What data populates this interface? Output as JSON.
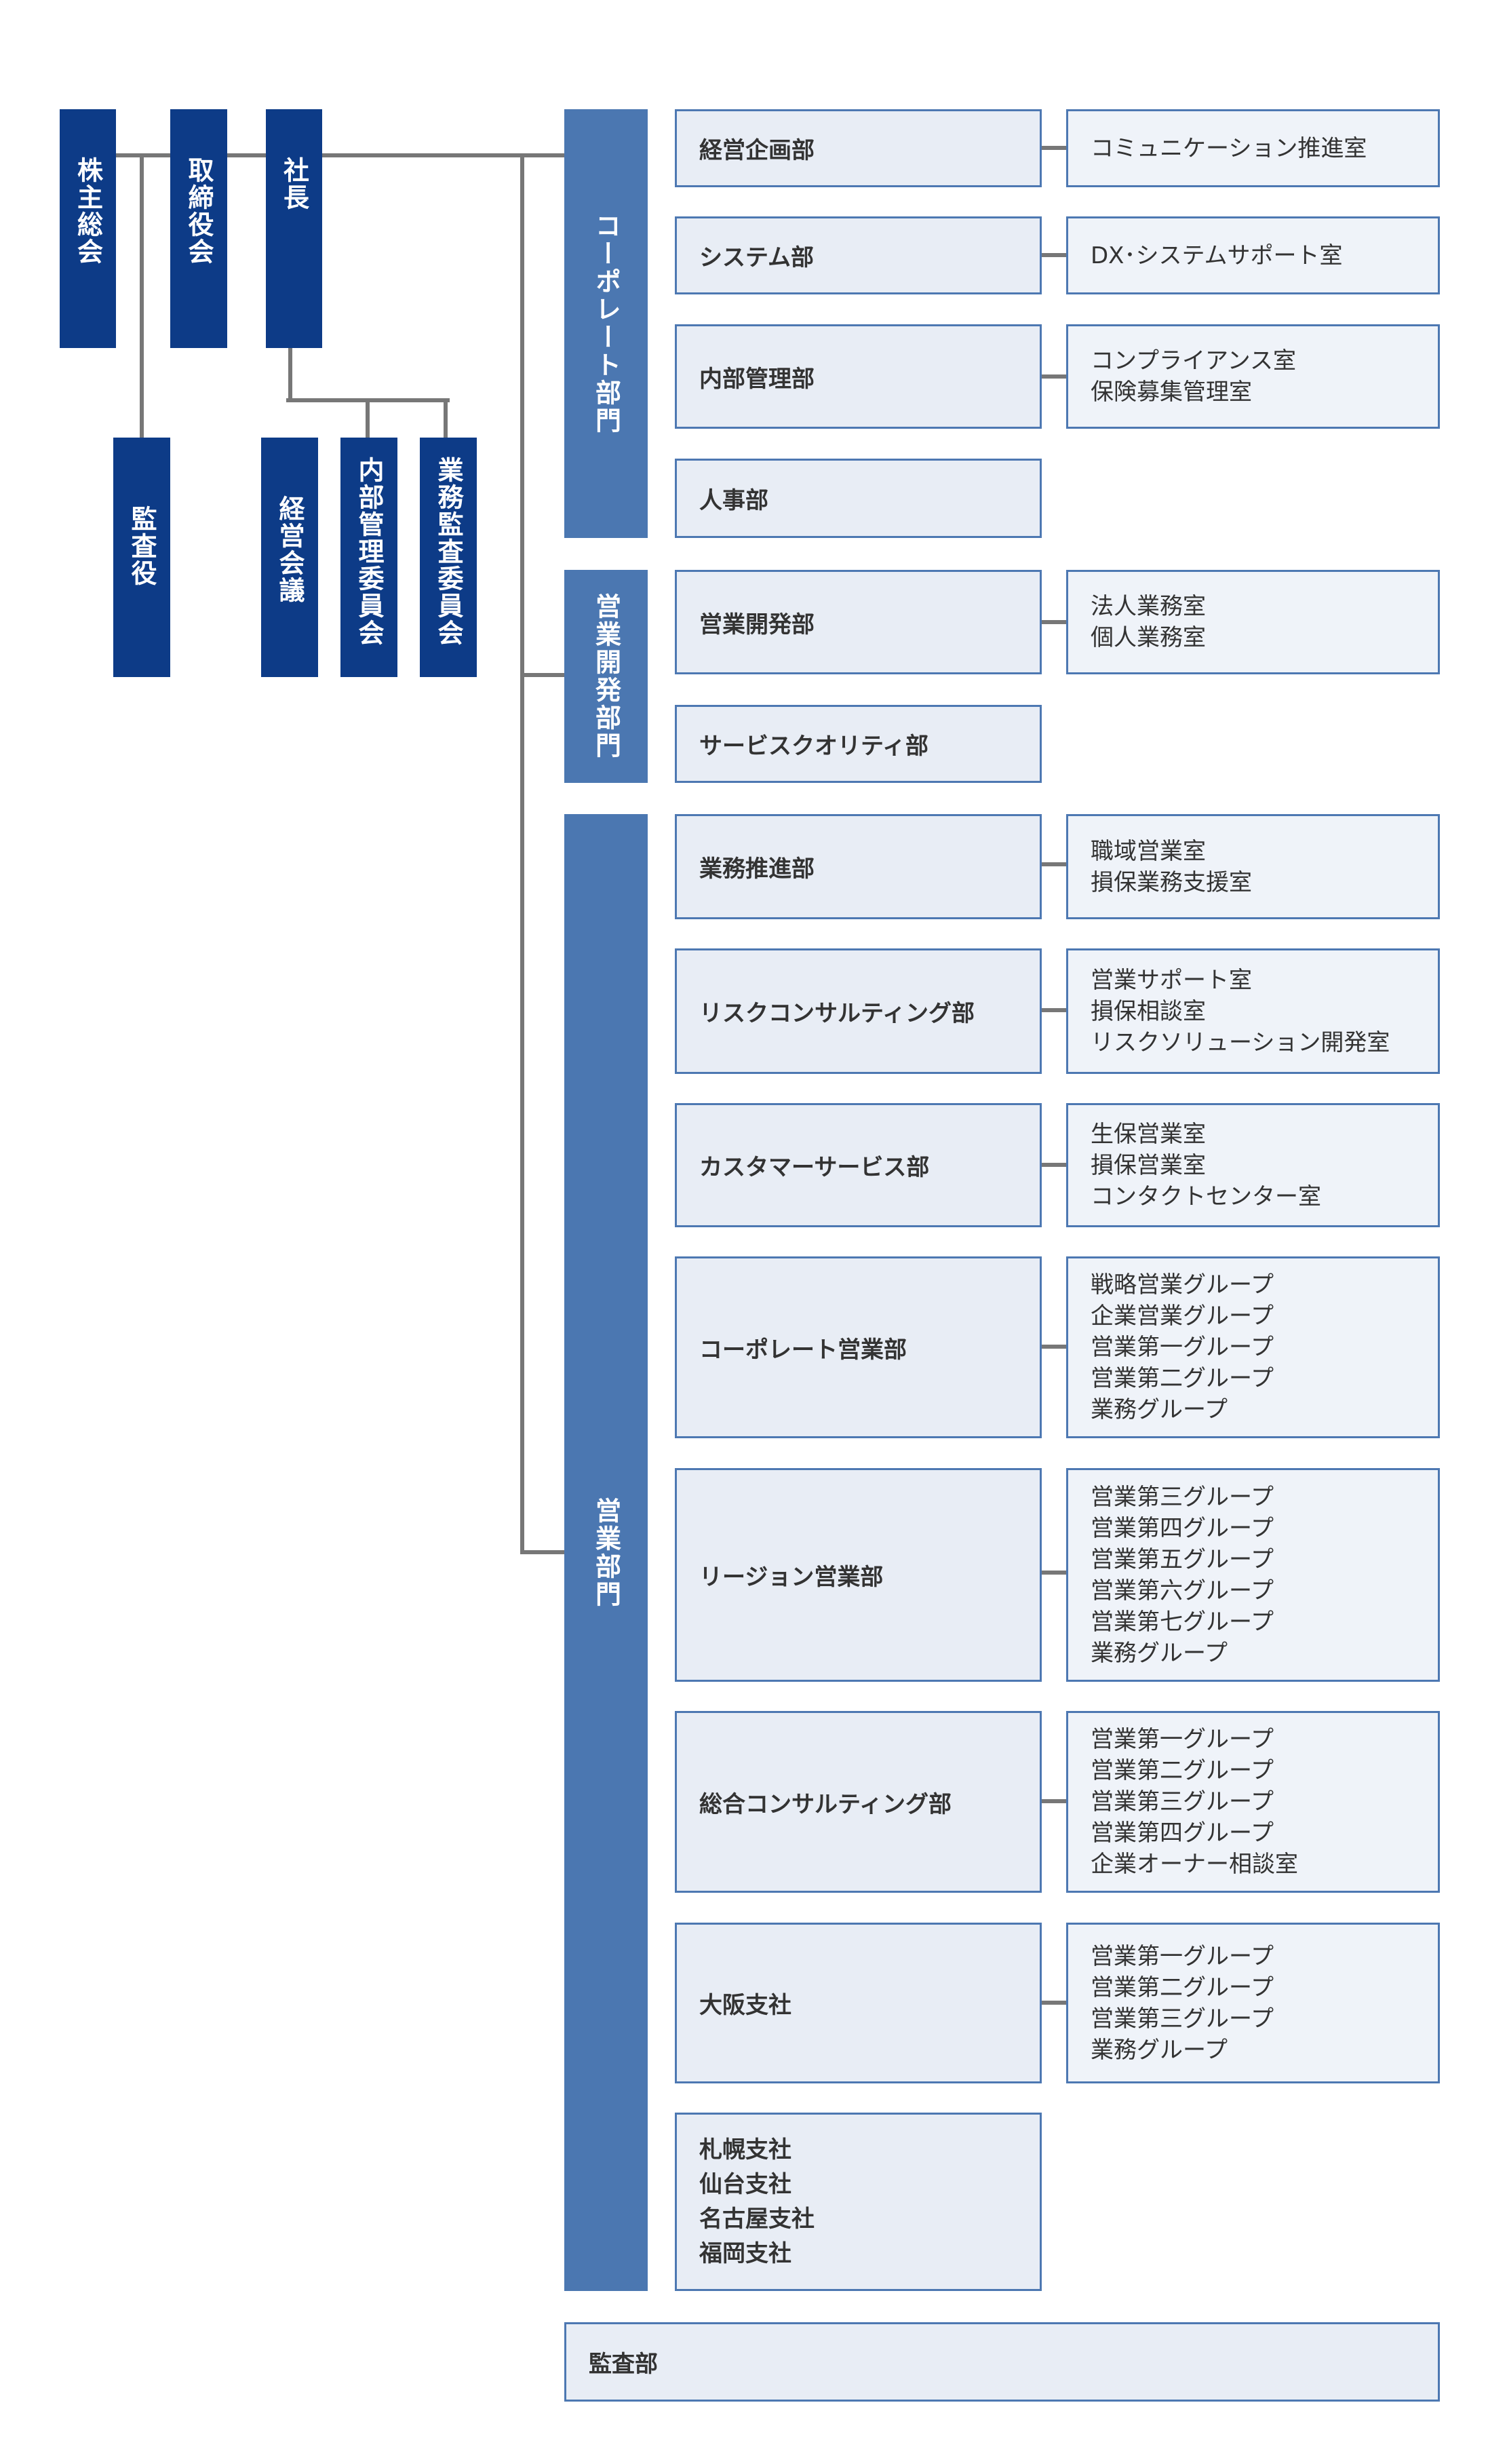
{
  "top_management": {
    "shareholders_meeting": "株主総会",
    "board_of_directors": "取締役会",
    "president": "社長",
    "auditors": "監査役",
    "management_meeting": "経営会議",
    "internal_control_committee": "内部管理委員会",
    "business_audit_committee": "業務監査委員会"
  },
  "divisions": [
    {
      "name": "コーポレート部門",
      "departments": [
        {
          "name": "経営企画部",
          "offices": [
            "コミュニケーション推進室"
          ]
        },
        {
          "name": "システム部",
          "offices": [
            "DX･システムサポート室"
          ]
        },
        {
          "name": "内部管理部",
          "offices": [
            "コンプライアンス室",
            "保険募集管理室"
          ]
        },
        {
          "name": "人事部",
          "offices": []
        }
      ]
    },
    {
      "name": "営業開発部門",
      "departments": [
        {
          "name": "営業開発部",
          "offices": [
            "法人業務室",
            "個人業務室"
          ]
        },
        {
          "name": "サービスクオリティ部",
          "offices": []
        }
      ]
    },
    {
      "name": "営業部門",
      "departments": [
        {
          "name": "業務推進部",
          "offices": [
            "職域営業室",
            "損保業務支援室"
          ]
        },
        {
          "name": "リスクコンサルティング部",
          "offices": [
            "営業サポート室",
            "損保相談室",
            "リスクソリューション開発室"
          ]
        },
        {
          "name": "カスタマーサービス部",
          "offices": [
            "生保営業室",
            "損保営業室",
            "コンタクトセンター室"
          ]
        },
        {
          "name": "コーポレート営業部",
          "offices": [
            "戦略営業グループ",
            "企業営業グループ",
            "営業第一グループ",
            "営業第二グループ",
            "業務グループ"
          ]
        },
        {
          "name": "リージョン営業部",
          "offices": [
            "営業第三グループ",
            "営業第四グループ",
            "営業第五グループ",
            "営業第六グループ",
            "営業第七グループ",
            "業務グループ"
          ]
        },
        {
          "name": "総合コンサルティング部",
          "offices": [
            "営業第一グループ",
            "営業第二グループ",
            "営業第三グループ",
            "営業第四グループ",
            "企業オーナー相談室"
          ]
        },
        {
          "name": "大阪支社",
          "offices": [
            "営業第一グループ",
            "営業第二グループ",
            "営業第三グループ",
            "業務グループ"
          ]
        }
      ],
      "branches": [
        "札幌支社",
        "仙台支社",
        "名古屋支社",
        "福岡支社"
      ]
    }
  ],
  "audit_department": "監査部",
  "colors": {
    "executive_box": "#0d3b87",
    "division_box": "#4b77b1",
    "department_fill": "#e8edf5",
    "office_fill": "#eff3f9",
    "box_border": "#4d78b2",
    "connector": "#777777",
    "text": "#333333"
  }
}
